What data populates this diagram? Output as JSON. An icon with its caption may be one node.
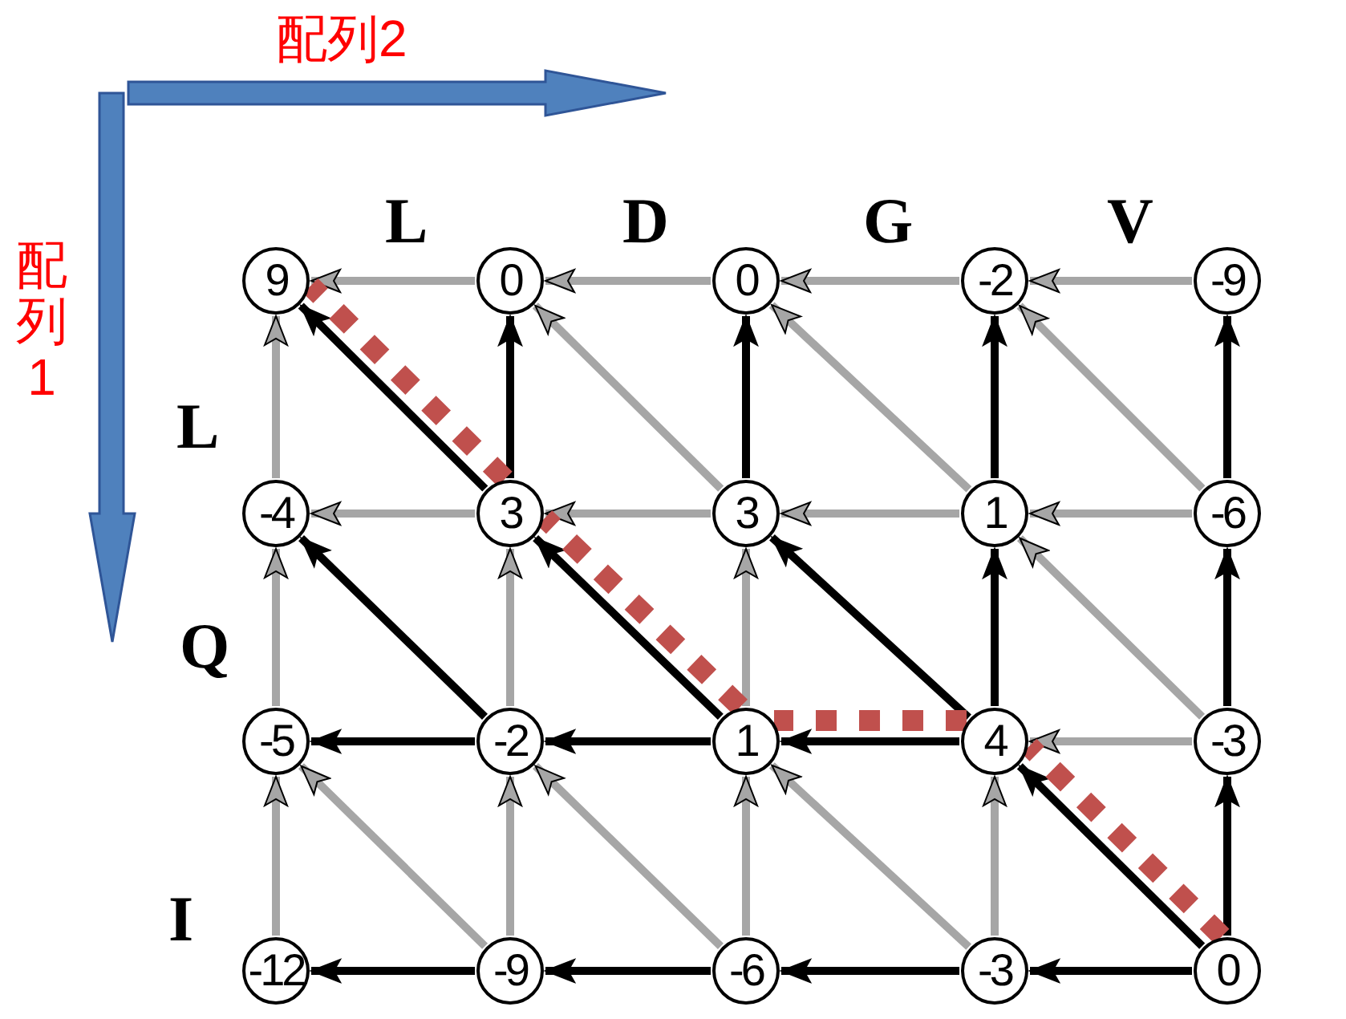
{
  "diagram": {
    "nodes": [
      {
        "text": [
          "9"
        ]
      },
      {
        "text": [
          "0"
        ]
      },
      {
        "text": [
          "0"
        ]
      },
      {
        "text": [
          "-2"
        ]
      },
      {
        "text": [
          "-9"
        ]
      },
      {
        "text": [
          "-4"
        ]
      },
      {
        "text": [
          "3"
        ]
      },
      {
        "text": [
          "3"
        ]
      },
      {
        "text": [
          "1"
        ]
      },
      {
        "text": [
          "-6"
        ]
      },
      {
        "text": [
          "-5"
        ]
      },
      {
        "text": [
          "-2"
        ]
      },
      {
        "text": [
          "1"
        ]
      },
      {
        "text": [
          "4"
        ]
      },
      {
        "text": [
          "-3"
        ]
      },
      {
        "text": [
          "-12"
        ]
      },
      {
        "text": [
          "-9"
        ]
      },
      {
        "text": [
          "-6"
        ]
      },
      {
        "text": [
          "-3"
        ]
      },
      {
        "text": [
          "0"
        ]
      }
    ],
    "edges": [
      {
        "from": 1,
        "to": 0,
        "arrow": "to"
      },
      {
        "from": 2,
        "to": 1,
        "arrow": "to"
      },
      {
        "from": 3,
        "to": 2,
        "arrow": "to"
      },
      {
        "from": 4,
        "to": 3,
        "arrow": "to"
      },
      {
        "from": 6,
        "to": 5,
        "arrow": "to"
      },
      {
        "from": 7,
        "to": 6,
        "arrow": "to"
      },
      {
        "from": 8,
        "to": 7,
        "arrow": "to"
      },
      {
        "from": 9,
        "to": 8,
        "arrow": "to"
      },
      {
        "from": 11,
        "to": 10,
        "arrow": "to",
        "color": "#000000"
      },
      {
        "from": 12,
        "to": 11,
        "arrow": "to",
        "color": "#000000"
      },
      {
        "from": 13,
        "to": 12,
        "arrow": "to",
        "color": "#000000"
      },
      {
        "from": 14,
        "to": 13,
        "arrow": "to"
      },
      {
        "from": 16,
        "to": 15,
        "arrow": "to",
        "color": "#000000"
      },
      {
        "from": 17,
        "to": 16,
        "arrow": "to",
        "color": "#000000"
      },
      {
        "from": 18,
        "to": 17,
        "arrow": "to",
        "color": "#000000"
      },
      {
        "from": 19,
        "to": 18,
        "arrow": "to",
        "color": "#000000"
      },
      {
        "from": 5,
        "to": 0,
        "arrow": "to"
      },
      {
        "from": 10,
        "to": 5,
        "arrow": "to"
      },
      {
        "from": 15,
        "to": 10,
        "arrow": "to"
      },
      {
        "from": 6,
        "to": 1,
        "arrow": "to",
        "color": "#000000"
      },
      {
        "from": 11,
        "to": 6,
        "arrow": "to"
      },
      {
        "from": 16,
        "to": 11,
        "arrow": "to"
      },
      {
        "from": 7,
        "to": 2,
        "arrow": "to",
        "color": "#000000"
      },
      {
        "from": 12,
        "to": 7,
        "arrow": "to"
      },
      {
        "from": 17,
        "to": 12,
        "arrow": "to"
      },
      {
        "from": 8,
        "to": 3,
        "arrow": "to",
        "color": "#000000"
      },
      {
        "from": 13,
        "to": 8,
        "arrow": "to",
        "color": "#000000"
      },
      {
        "from": 18,
        "to": 13,
        "arrow": "to"
      },
      {
        "from": 9,
        "to": 4,
        "arrow": "to",
        "color": "#000000"
      },
      {
        "from": 14,
        "to": 9,
        "arrow": "to",
        "color": "#000000"
      },
      {
        "from": 19,
        "to": 14,
        "arrow": "to",
        "color": "#000000"
      },
      {
        "from": 6,
        "to": 0,
        "arrow": "to",
        "color": "#000000"
      },
      {
        "from": 7,
        "to": 1,
        "arrow": "to"
      },
      {
        "from": 8,
        "to": 2,
        "arrow": "to"
      },
      {
        "from": 9,
        "to": 3,
        "arrow": "to"
      },
      {
        "from": 11,
        "to": 5,
        "arrow": "to",
        "color": "#000000"
      },
      {
        "from": 12,
        "to": 6,
        "arrow": "to",
        "color": "#000000"
      },
      {
        "from": 13,
        "to": 7,
        "arrow": "to",
        "color": "#000000"
      },
      {
        "from": 14,
        "to": 8,
        "arrow": "to"
      },
      {
        "from": 16,
        "to": 10,
        "arrow": "to"
      },
      {
        "from": 17,
        "to": 11,
        "arrow": "to"
      },
      {
        "from": 18,
        "to": 12,
        "arrow": "to"
      },
      {
        "from": 19,
        "to": 13,
        "arrow": "to",
        "color": "#000000"
      },
      {
        "from": 19,
        "to": 13,
        "arrow": "none",
        "style": "dashed",
        "color": "#c0504d"
      },
      {
        "from": 13,
        "to": 12,
        "arrow": "none",
        "style": "dashed",
        "color": "#c0504d"
      },
      {
        "from": 12,
        "to": 6,
        "arrow": "none",
        "style": "dashed",
        "color": "#c0504d"
      },
      {
        "from": 6,
        "to": 0,
        "arrow": "none",
        "style": "dashed",
        "color": "#c0504d"
      }
    ],
    "labels": [
      "配列2",
      "配列1",
      "L",
      "D",
      "G",
      "V",
      "L",
      "Q",
      "I"
    ]
  }
}
